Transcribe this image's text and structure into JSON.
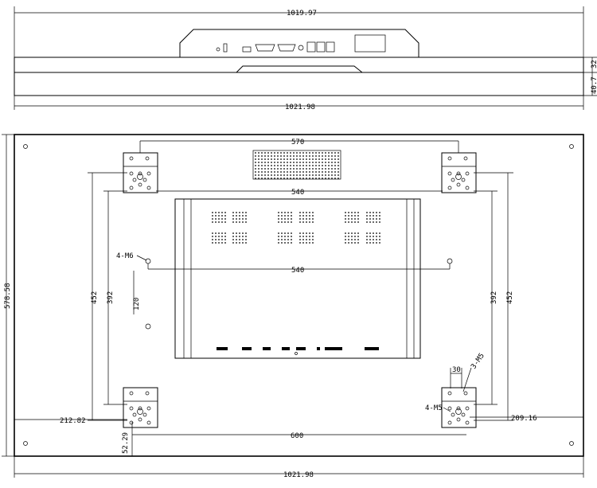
{
  "top_view": {
    "width_top": "1019.97",
    "width_bottom": "1021.98",
    "depth_right_upper": "32",
    "depth_right_lower": "40.7"
  },
  "front_view": {
    "overall_width": "1021.98",
    "overall_height": "578.58",
    "bracket_span_top": "570",
    "bracket_span_bottom": "600",
    "inner_span_top": "540",
    "inner_span_mid": "540",
    "left_outer_vertical": "452",
    "left_inner_vertical": "392",
    "right_inner_vertical": "392",
    "right_outer_vertical": "452",
    "left_offset": "212.82",
    "right_offset": "209.16",
    "bottom_offset": "52.29",
    "screw_label_left": "4-M6",
    "screw_label_right_side": "4-M5",
    "screw_label_right_top": "3-M5",
    "small_dim_30": "30",
    "depth_note": "120"
  }
}
